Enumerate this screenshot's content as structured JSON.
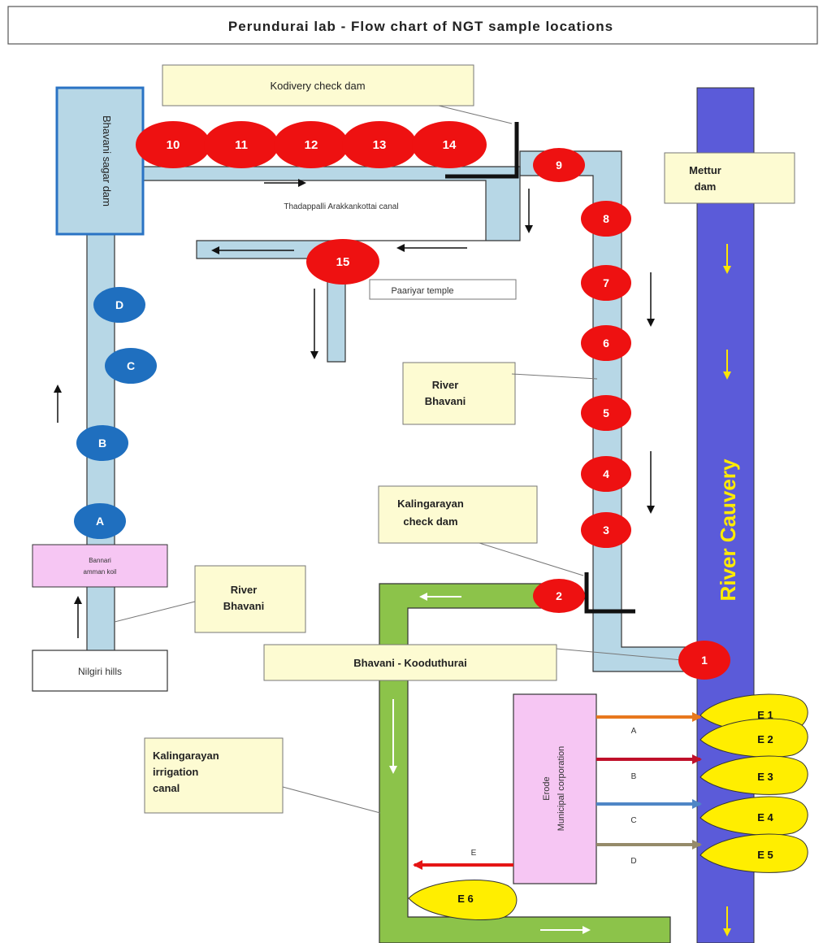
{
  "title": "Perundurai lab  -  Flow chart of NGT sample locations",
  "labels": {
    "kodivery": "Kodivery check dam",
    "bhavanisagar": "Bhavani sagar dam",
    "thadappalli": "Thadappalli Arakkankottai canal",
    "paariyar": "Paariyar temple",
    "mettur": [
      "Mettur",
      "dam"
    ],
    "river_bhavani_right": [
      "River",
      "Bhavani"
    ],
    "river_bhavani_left": [
      "River",
      "Bhavani"
    ],
    "kalingarayan_check": [
      "Kalingarayan",
      "check dam"
    ],
    "bhavani_kooduthurai": "Bhavani  -  Kooduthurai",
    "bannari": [
      "Bannari",
      "amman koil"
    ],
    "nilgiri": "Nilgiri hills",
    "kalingarayan_canal": [
      "Kalingarayan",
      "irrigation",
      "canal"
    ],
    "erode": [
      "Erode",
      "Municipal corporation"
    ],
    "river_cauvery": "River Cauvery"
  },
  "red_points": [
    "1",
    "2",
    "3",
    "4",
    "5",
    "6",
    "7",
    "8",
    "9",
    "10",
    "11",
    "12",
    "13",
    "14",
    "15"
  ],
  "blue_points": [
    "A",
    "B",
    "C",
    "D"
  ],
  "effluent_points": [
    "E 1",
    "E 2",
    "E 3",
    "E 4",
    "E 5",
    "E 6"
  ],
  "drain_labels": [
    "A",
    "B",
    "C",
    "D",
    "E"
  ],
  "colors": {
    "river": "#b7d7e6",
    "river_border": "#333333",
    "cauvery": "#5b5bd9",
    "canal": "#8cc34a",
    "sample_red": "#ee1111",
    "sample_blue": "#1f6fbf",
    "effluent": "#ffee00",
    "callout": "#fdfbd2",
    "pink": "#f6c6f3"
  }
}
